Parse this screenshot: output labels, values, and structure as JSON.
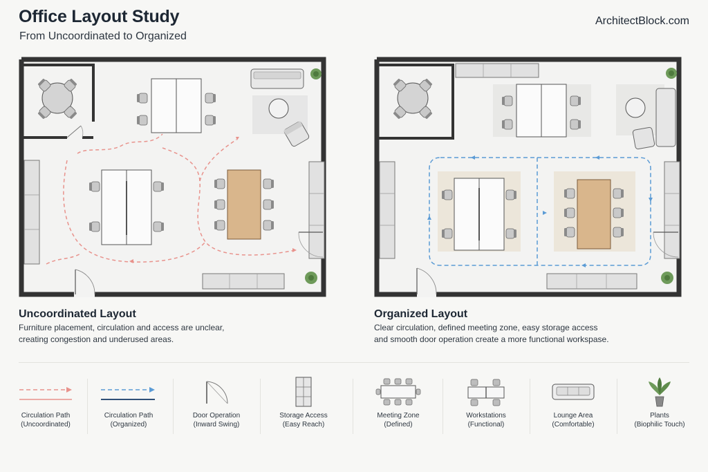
{
  "header": {
    "title": "Office Layout Study",
    "subtitle": "From Uncoordinated to Organized",
    "brand": "ArchitectBlock.com"
  },
  "left_panel": {
    "title": "Uncoordinated Layout",
    "description_line1": "Furniture placement, circulation and access are unclear,",
    "description_line2": "creating congestion and underused areas.",
    "path_color": "#e8928c"
  },
  "right_panel": {
    "title": "Organized Layout",
    "description_line1": "Clear circulation, defined meeting zone, easy storage access",
    "description_line2": "and smooth door operation create a more functional workspase.",
    "path_color": "#5b9bd5",
    "zone_color": "#ece6da"
  },
  "legend": {
    "items": [
      {
        "label": "Circulation Path",
        "sublabel": "(Uncoordinated)",
        "icon": "red-dashed-arrow-icon"
      },
      {
        "label": "Circulation Path",
        "sublabel": "(Organized)",
        "icon": "blue-dashed-arrow-icon"
      },
      {
        "label": "Door Operation",
        "sublabel": "(Inward Swing)",
        "icon": "door-swing-icon"
      },
      {
        "label": "Storage Access",
        "sublabel": "(Easy Reach)",
        "icon": "storage-icon"
      },
      {
        "label": "Meeting Zone",
        "sublabel": "(Defined)",
        "icon": "meeting-table-icon"
      },
      {
        "label": "Workstations",
        "sublabel": "(Functional)",
        "icon": "workstation-icon"
      },
      {
        "label": "Lounge Area",
        "sublabel": "(Comfortable)",
        "icon": "sofa-icon"
      },
      {
        "label": "Plants",
        "sublabel": "(Biophilic Touch)",
        "icon": "plant-icon"
      }
    ]
  }
}
